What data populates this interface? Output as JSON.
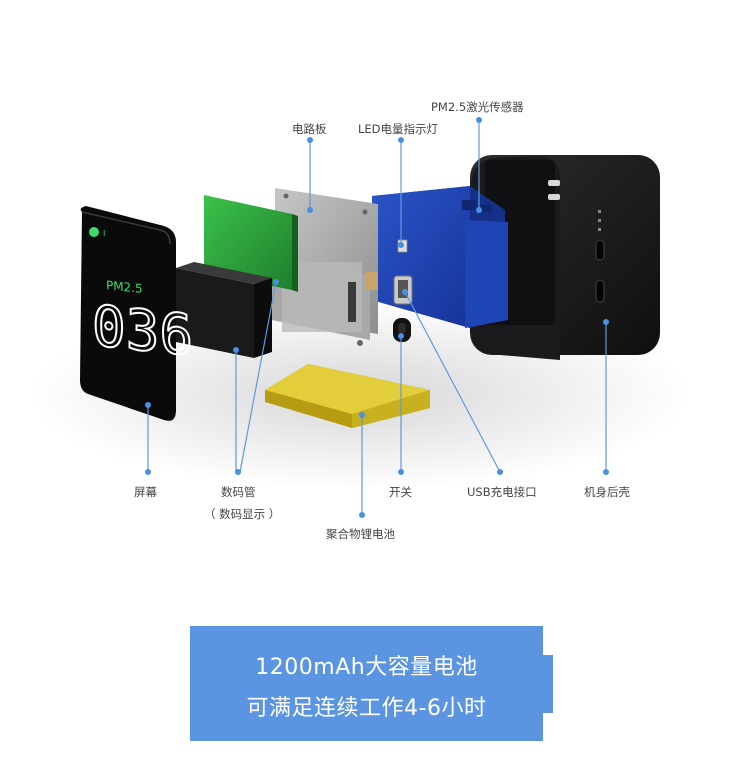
{
  "screen": {
    "pm_label": "PM2.5",
    "reading": "036"
  },
  "labels": {
    "circuit_board": "电路板",
    "led_indicator": "LED电量指示灯",
    "pm25_sensor": "PM2.5激光传感器",
    "screen": "屏幕",
    "digital_tube": "数码管",
    "digital_tube_note": "（ 数码显示 ）",
    "switch": "开关",
    "usb_port": "USB充电接口",
    "rear_shell": "机身后壳",
    "battery": "聚合物锂电池"
  },
  "banner": {
    "line1": "1200mAh大容量电池",
    "line2": "可满足连续工作4-6小时"
  },
  "colors": {
    "accent": "#5b95e2",
    "leader": "#5b9be0",
    "pcb_green": "#2ea43c",
    "sensor_blue": "#1b3fa8",
    "battery_yellow": "#d9c12a",
    "display_green": "#33e06a"
  }
}
